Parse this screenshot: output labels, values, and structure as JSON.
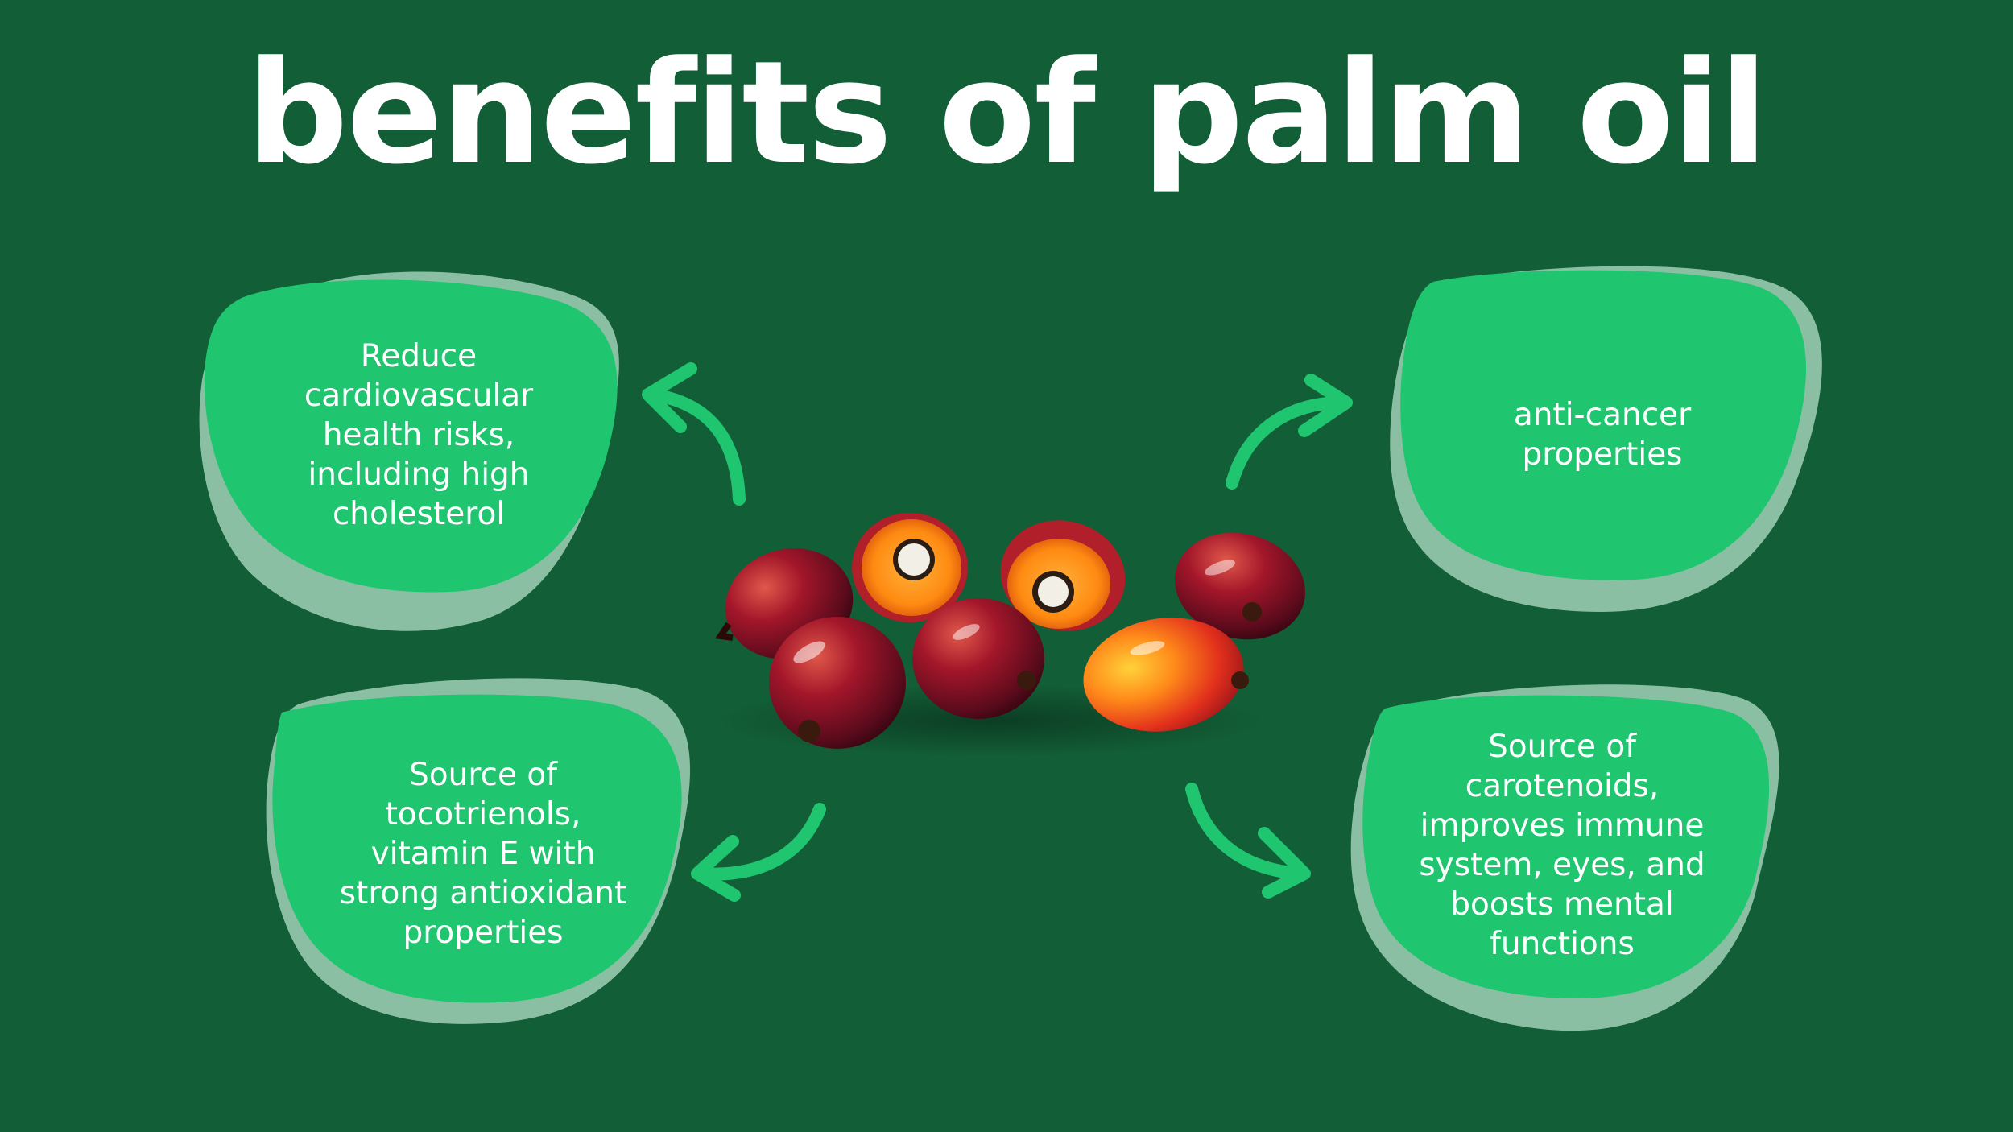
{
  "title": "benefits of palm oil",
  "colors": {
    "background": "#125e36",
    "blob": "#20c56f",
    "blob_shadow": "#8bbfa4",
    "arrow": "#20c56f",
    "text": "#ffffff"
  },
  "center_image": {
    "icon": "palm-oil-fruits-image"
  },
  "benefits": [
    {
      "text": "Reduce cardiovascular health risks, including high cholesterol"
    },
    {
      "text": "anti-cancer properties"
    },
    {
      "text": "Source of tocotrienols, vitamin E with strong antioxidant properties"
    },
    {
      "text": "Source of carotenoids, improves immune system, eyes, and boosts mental functions"
    }
  ]
}
